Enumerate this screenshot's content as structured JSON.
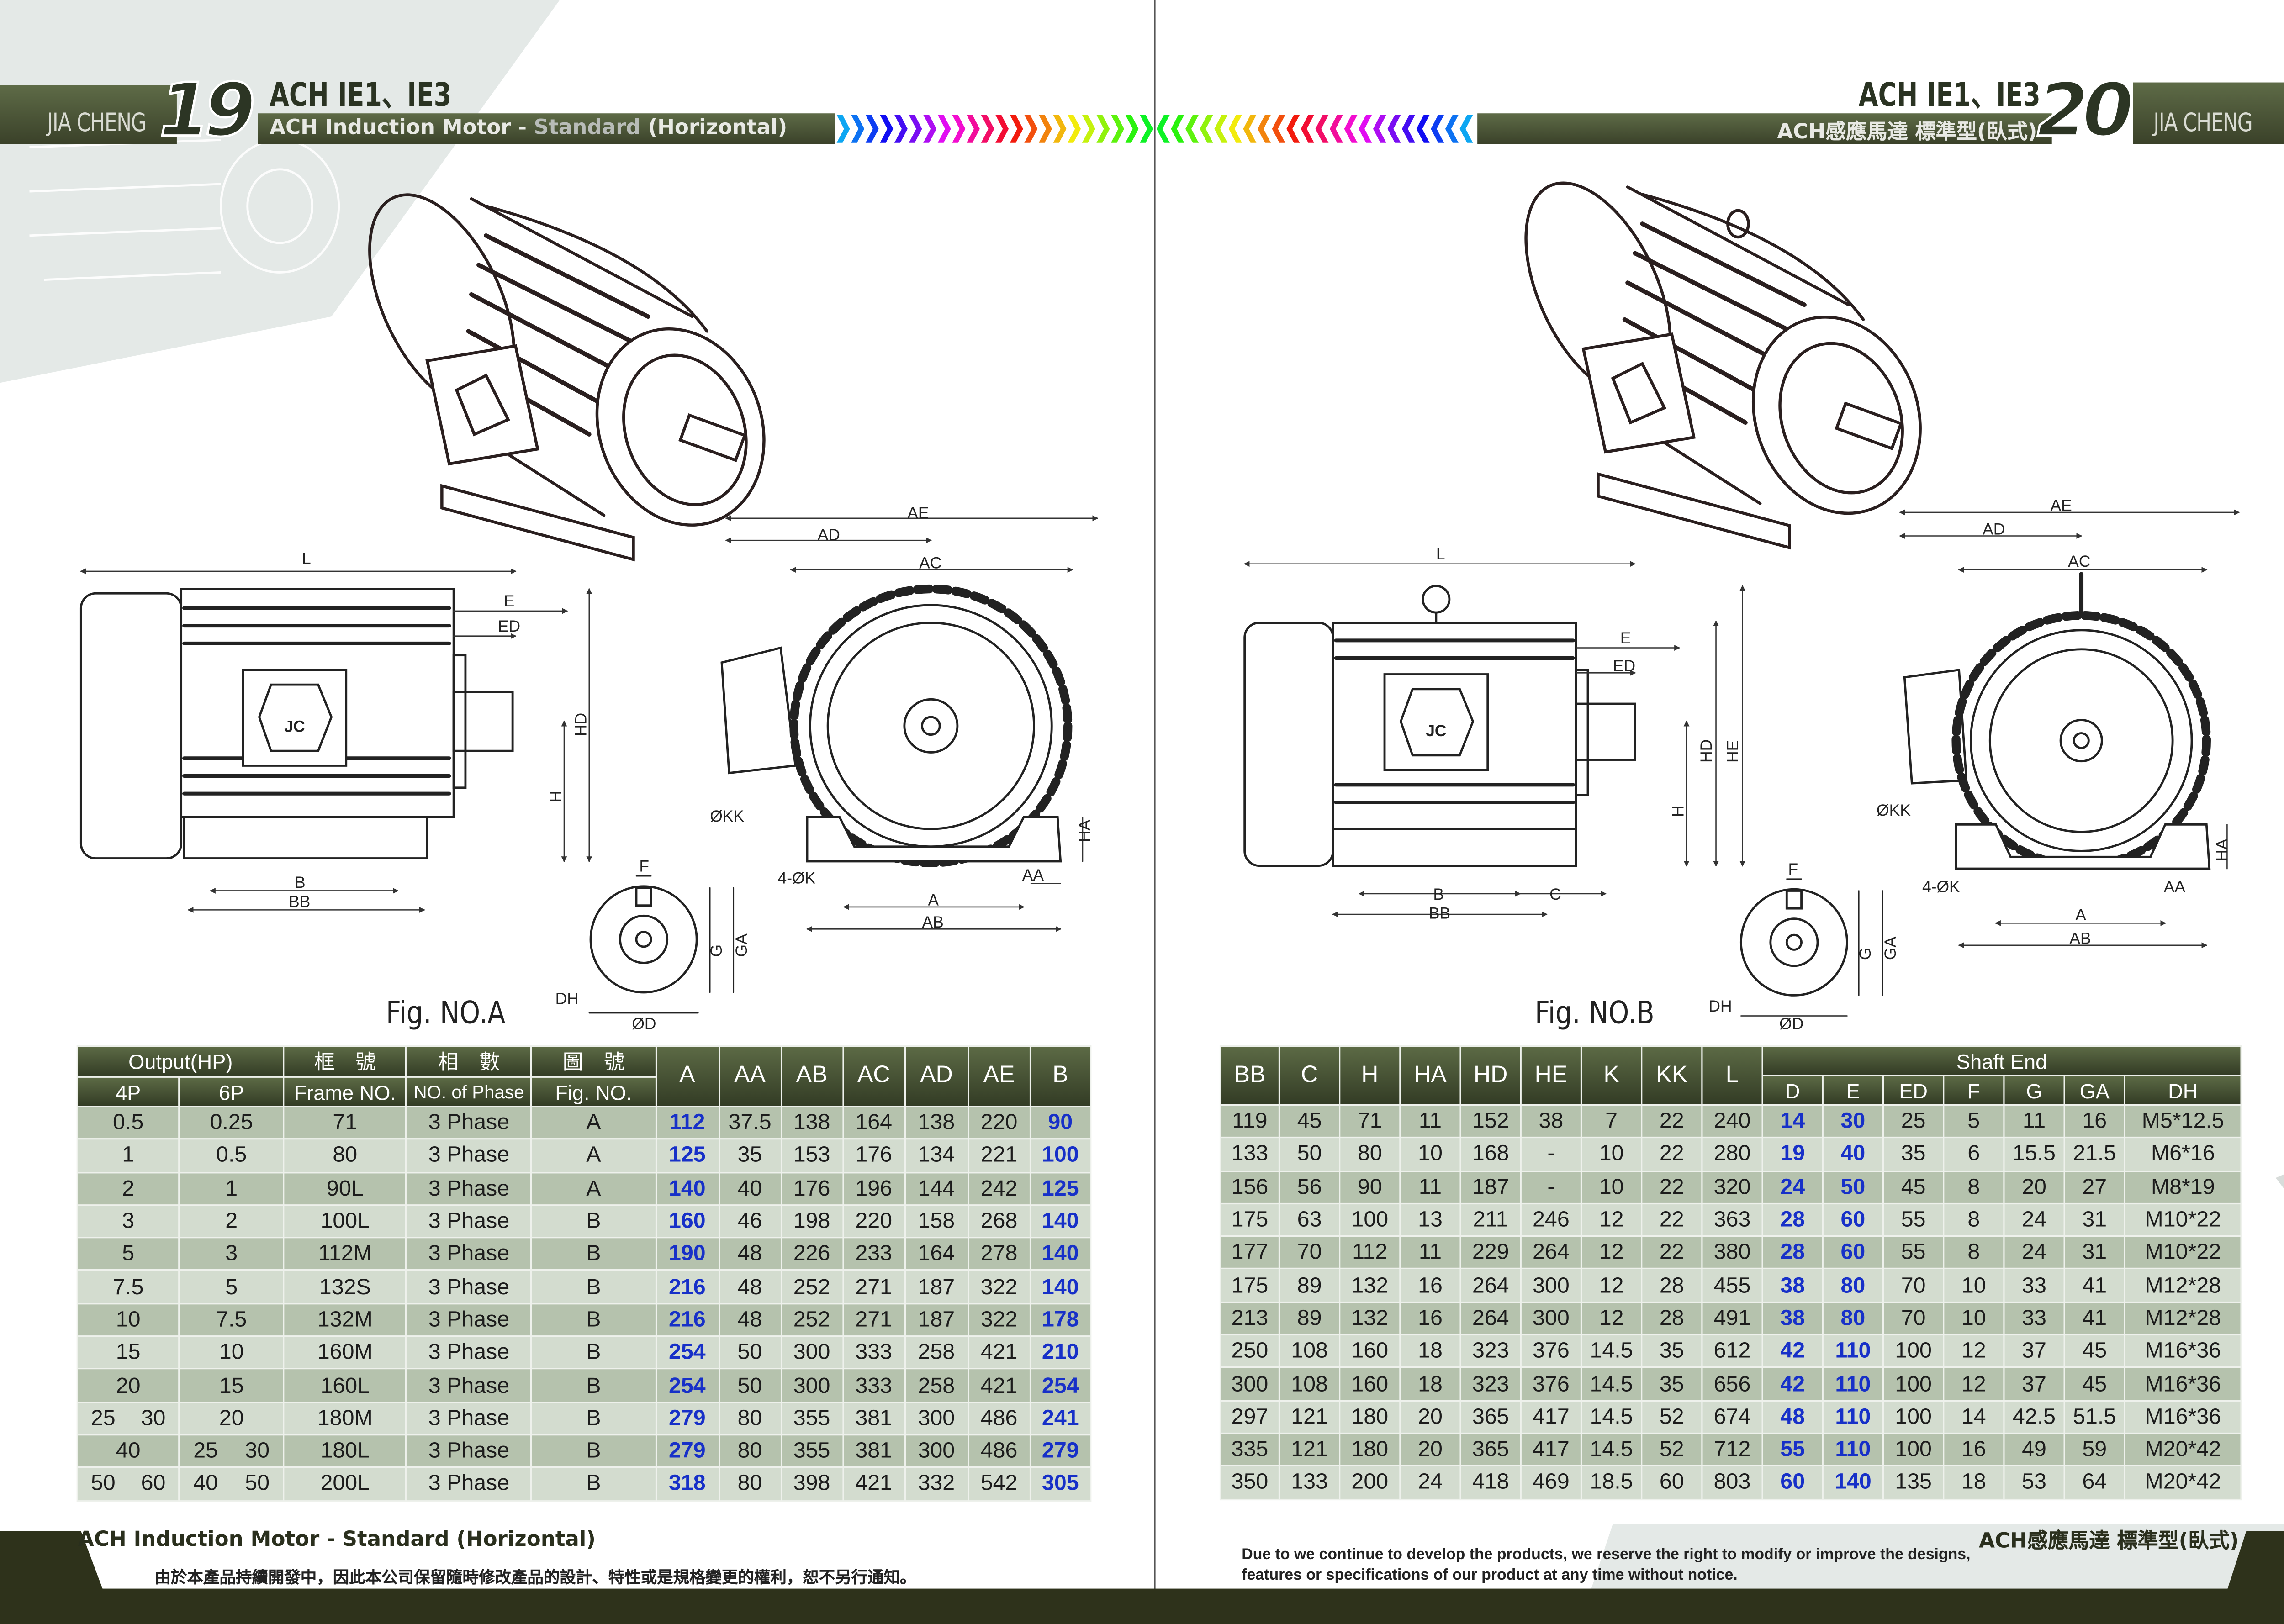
{
  "header_left": {
    "brand": "JIA CHENG",
    "page_number": "19",
    "title": "ACH IE1、IE3",
    "subtitle_a": "ACH Induction Motor - ",
    "subtitle_b": "Standard",
    "subtitle_c": " (Horizontal)"
  },
  "header_right": {
    "brand": "JIA CHENG",
    "page_number": "20",
    "title": "ACH IE1、IE3",
    "subtitle": "ACH感應馬達 標準型(臥式)"
  },
  "figure_a": {
    "caption": "Fig. NO.A",
    "labels": {
      "L": "L",
      "E": "E",
      "ED": "ED",
      "HD": "HD",
      "H": "H",
      "B": "B",
      "BB": "BB",
      "AE": "AE",
      "AD": "AD",
      "AC": "AC",
      "KK": "ØKK",
      "K": "4-ØK",
      "A": "A",
      "AB": "AB",
      "AA": "AA",
      "HA": "HA",
      "F": "F",
      "G": "G",
      "GA": "GA",
      "DH": "DH",
      "D": "ØD"
    },
    "logo_text": "JC"
  },
  "figure_b": {
    "caption": "Fig. NO.B",
    "labels": {
      "L": "L",
      "E": "E",
      "ED": "ED",
      "HD": "HD",
      "HE": "HE",
      "H": "H",
      "B": "B",
      "BB": "BB",
      "C": "C",
      "AE": "AE",
      "AD": "AD",
      "AC": "AC",
      "KK": "ØKK",
      "K": "4-ØK",
      "A": "A",
      "AB": "AB",
      "AA": "AA",
      "HA": "HA",
      "F": "F",
      "G": "G",
      "GA": "GA",
      "DH": "DH",
      "D": "ØD"
    },
    "logo_text": "JC"
  },
  "left_table": {
    "group_headers": {
      "output": "Output(HP)",
      "frame_zh": "框　號",
      "phase_zh": "相　數",
      "fig_zh": "圖　號"
    },
    "sub_headers": {
      "p4": "4P",
      "p6": "6P",
      "frame": "Frame NO.",
      "phase": "NO. of Phase",
      "fig": "Fig. NO."
    },
    "dim_headers": [
      "A",
      "AA",
      "AB",
      "AC",
      "AD",
      "AE",
      "B"
    ],
    "rows": [
      {
        "p4": [
          "0.5"
        ],
        "p6": [
          "0.25"
        ],
        "frame": "71",
        "phase": "3 Phase",
        "fig": "A",
        "A": "112",
        "AA": "37.5",
        "AB": "138",
        "AC": "164",
        "AD": "138",
        "AE": "220",
        "B": "90"
      },
      {
        "p4": [
          "1"
        ],
        "p6": [
          "0.5"
        ],
        "frame": "80",
        "phase": "3 Phase",
        "fig": "A",
        "A": "125",
        "AA": "35",
        "AB": "153",
        "AC": "176",
        "AD": "134",
        "AE": "221",
        "B": "100"
      },
      {
        "p4": [
          "2"
        ],
        "p6": [
          "1"
        ],
        "frame": "90L",
        "phase": "3 Phase",
        "fig": "A",
        "A": "140",
        "AA": "40",
        "AB": "176",
        "AC": "196",
        "AD": "144",
        "AE": "242",
        "B": "125"
      },
      {
        "p4": [
          "3"
        ],
        "p6": [
          "2"
        ],
        "frame": "100L",
        "phase": "3 Phase",
        "fig": "B",
        "A": "160",
        "AA": "46",
        "AB": "198",
        "AC": "220",
        "AD": "158",
        "AE": "268",
        "B": "140"
      },
      {
        "p4": [
          "5"
        ],
        "p6": [
          "3"
        ],
        "frame": "112M",
        "phase": "3 Phase",
        "fig": "B",
        "A": "190",
        "AA": "48",
        "AB": "226",
        "AC": "233",
        "AD": "164",
        "AE": "278",
        "B": "140"
      },
      {
        "p4": [
          "7.5"
        ],
        "p6": [
          "5"
        ],
        "frame": "132S",
        "phase": "3 Phase",
        "fig": "B",
        "A": "216",
        "AA": "48",
        "AB": "252",
        "AC": "271",
        "AD": "187",
        "AE": "322",
        "B": "140"
      },
      {
        "p4": [
          "10"
        ],
        "p6": [
          "7.5"
        ],
        "frame": "132M",
        "phase": "3 Phase",
        "fig": "B",
        "A": "216",
        "AA": "48",
        "AB": "252",
        "AC": "271",
        "AD": "187",
        "AE": "322",
        "B": "178"
      },
      {
        "p4": [
          "15"
        ],
        "p6": [
          "10"
        ],
        "frame": "160M",
        "phase": "3 Phase",
        "fig": "B",
        "A": "254",
        "AA": "50",
        "AB": "300",
        "AC": "333",
        "AD": "258",
        "AE": "421",
        "B": "210"
      },
      {
        "p4": [
          "20"
        ],
        "p6": [
          "15"
        ],
        "frame": "160L",
        "phase": "3 Phase",
        "fig": "B",
        "A": "254",
        "AA": "50",
        "AB": "300",
        "AC": "333",
        "AD": "258",
        "AE": "421",
        "B": "254"
      },
      {
        "p4": [
          "25",
          "30"
        ],
        "p6": [
          "20"
        ],
        "frame": "180M",
        "phase": "3 Phase",
        "fig": "B",
        "A": "279",
        "AA": "80",
        "AB": "355",
        "AC": "381",
        "AD": "300",
        "AE": "486",
        "B": "241"
      },
      {
        "p4": [
          "40"
        ],
        "p6": [
          "25",
          "30"
        ],
        "frame": "180L",
        "phase": "3 Phase",
        "fig": "B",
        "A": "279",
        "AA": "80",
        "AB": "355",
        "AC": "381",
        "AD": "300",
        "AE": "486",
        "B": "279"
      },
      {
        "p4": [
          "50",
          "60"
        ],
        "p6": [
          "40",
          "50"
        ],
        "frame": "200L",
        "phase": "3 Phase",
        "fig": "B",
        "A": "318",
        "AA": "80",
        "AB": "398",
        "AC": "421",
        "AD": "332",
        "AE": "542",
        "B": "305"
      }
    ]
  },
  "right_table": {
    "dim_headers": [
      "BB",
      "C",
      "H",
      "HA",
      "HD",
      "HE",
      "K",
      "KK",
      "L"
    ],
    "shaft_group": "Shaft  End",
    "shaft_headers": [
      "D",
      "E",
      "ED",
      "F",
      "G",
      "GA",
      "DH"
    ],
    "rows": [
      {
        "BB": "119",
        "C": "45",
        "H": "71",
        "HA": "11",
        "HD": "152",
        "HE": "38",
        "K": "7",
        "KK": "22",
        "L": "240",
        "D": "14",
        "E": "30",
        "ED": "25",
        "F": "5",
        "G": "11",
        "GA": "16",
        "DH": "M5*12.5"
      },
      {
        "BB": "133",
        "C": "50",
        "H": "80",
        "HA": "10",
        "HD": "168",
        "HE": "-",
        "K": "10",
        "KK": "22",
        "L": "280",
        "D": "19",
        "E": "40",
        "ED": "35",
        "F": "6",
        "G": "15.5",
        "GA": "21.5",
        "DH": "M6*16"
      },
      {
        "BB": "156",
        "C": "56",
        "H": "90",
        "HA": "11",
        "HD": "187",
        "HE": "-",
        "K": "10",
        "KK": "22",
        "L": "320",
        "D": "24",
        "E": "50",
        "ED": "45",
        "F": "8",
        "G": "20",
        "GA": "27",
        "DH": "M8*19"
      },
      {
        "BB": "175",
        "C": "63",
        "H": "100",
        "HA": "13",
        "HD": "211",
        "HE": "246",
        "K": "12",
        "KK": "22",
        "L": "363",
        "D": "28",
        "E": "60",
        "ED": "55",
        "F": "8",
        "G": "24",
        "GA": "31",
        "DH": "M10*22"
      },
      {
        "BB": "177",
        "C": "70",
        "H": "112",
        "HA": "11",
        "HD": "229",
        "HE": "264",
        "K": "12",
        "KK": "22",
        "L": "380",
        "D": "28",
        "E": "60",
        "ED": "55",
        "F": "8",
        "G": "24",
        "GA": "31",
        "DH": "M10*22"
      },
      {
        "BB": "175",
        "C": "89",
        "H": "132",
        "HA": "16",
        "HD": "264",
        "HE": "300",
        "K": "12",
        "KK": "28",
        "L": "455",
        "D": "38",
        "E": "80",
        "ED": "70",
        "F": "10",
        "G": "33",
        "GA": "41",
        "DH": "M12*28"
      },
      {
        "BB": "213",
        "C": "89",
        "H": "132",
        "HA": "16",
        "HD": "264",
        "HE": "300",
        "K": "12",
        "KK": "28",
        "L": "491",
        "D": "38",
        "E": "80",
        "ED": "70",
        "F": "10",
        "G": "33",
        "GA": "41",
        "DH": "M12*28"
      },
      {
        "BB": "250",
        "C": "108",
        "H": "160",
        "HA": "18",
        "HD": "323",
        "HE": "376",
        "K": "14.5",
        "KK": "35",
        "L": "612",
        "D": "42",
        "E": "110",
        "ED": "100",
        "F": "12",
        "G": "37",
        "GA": "45",
        "DH": "M16*36"
      },
      {
        "BB": "300",
        "C": "108",
        "H": "160",
        "HA": "18",
        "HD": "323",
        "HE": "376",
        "K": "14.5",
        "KK": "35",
        "L": "656",
        "D": "42",
        "E": "110",
        "ED": "100",
        "F": "12",
        "G": "37",
        "GA": "45",
        "DH": "M16*36"
      },
      {
        "BB": "297",
        "C": "121",
        "H": "180",
        "HA": "20",
        "HD": "365",
        "HE": "417",
        "K": "14.5",
        "KK": "52",
        "L": "674",
        "D": "48",
        "E": "110",
        "ED": "100",
        "F": "14",
        "G": "42.5",
        "GA": "51.5",
        "DH": "M16*36"
      },
      {
        "BB": "335",
        "C": "121",
        "H": "180",
        "HA": "20",
        "HD": "365",
        "HE": "417",
        "K": "14.5",
        "KK": "52",
        "L": "712",
        "D": "55",
        "E": "110",
        "ED": "100",
        "F": "16",
        "G": "49",
        "GA": "59",
        "DH": "M20*42"
      },
      {
        "BB": "350",
        "C": "133",
        "H": "200",
        "HA": "24",
        "HD": "418",
        "HE": "469",
        "K": "18.5",
        "KK": "60",
        "L": "803",
        "D": "60",
        "E": "140",
        "ED": "135",
        "F": "18",
        "G": "53",
        "GA": "64",
        "DH": "M20*42"
      }
    ]
  },
  "footer_left": {
    "title": "ACH Induction Motor - Standard (Horizontal)",
    "note": "由於本產品持續開發中，因此本公司保留隨時修改產品的設計、特性或是規格變更的權利，恕不另行通知。"
  },
  "footer_right": {
    "title": "ACH感應馬達 標準型(臥式)",
    "note_line1": "Due to we continue to develop the products, we reserve the right to modify or improve the designs,",
    "note_line2": "features or specifications of our product at any time without notice."
  },
  "colors": {
    "accent_blue": "#1730c8",
    "band_dark": "#3a4129",
    "row_dark": "#b5c2ad",
    "row_light": "#d3dccf"
  }
}
